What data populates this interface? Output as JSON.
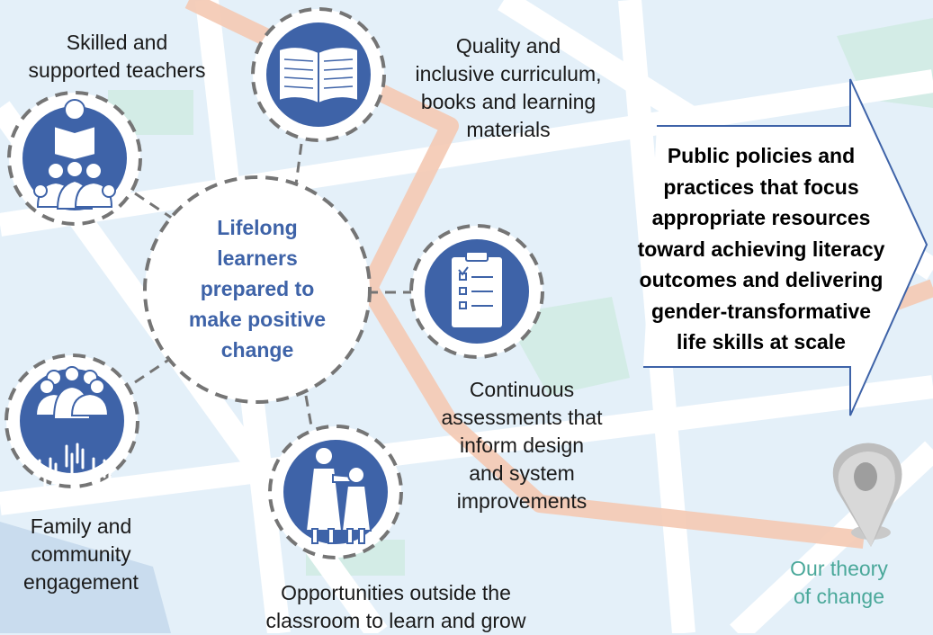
{
  "center_label": "Lifelong\nlearners\nprepared to\nmake positive\nchange",
  "nodes": {
    "teachers": {
      "label": "Skilled and\nsupported teachers",
      "icon": "teacher-reading-to-students-icon"
    },
    "curriculum": {
      "label": "Quality and\ninclusive curriculum,\nbooks and learning\nmaterials",
      "icon": "open-book-icon"
    },
    "assessments": {
      "label": "Continuous\nassessments that\ninform design\nand system\nimprovements",
      "icon": "clipboard-checklist-icon"
    },
    "outside": {
      "label": "Opportunities outside the\nclassroom to learn and grow",
      "icon": "mother-and-child-icon"
    },
    "family": {
      "label": "Family and\ncommunity\nengagement",
      "icon": "raised-hands-community-icon"
    }
  },
  "goal_text": "Public policies and\npractices that focus\nappropriate resources\ntoward achieving literacy\noutcomes and delivering\ngender-transformative\nlife skills at scale",
  "map_pin": {
    "label": "Our theory\nof change",
    "icon": "map-pin-icon"
  },
  "colors": {
    "accent_blue": "#3e63a8",
    "teal": "#4aa89a",
    "road": "#f4c9b3",
    "background": "#e4f0f9",
    "dash": "#757575"
  }
}
